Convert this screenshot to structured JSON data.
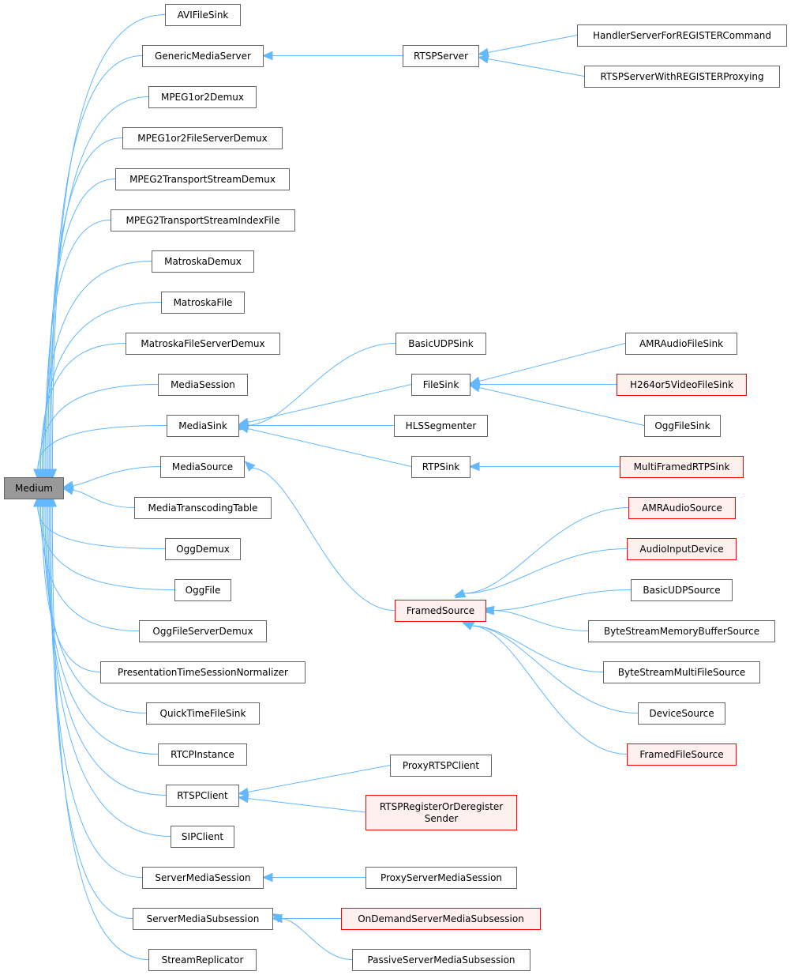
{
  "colors": {
    "edge": "#63b8ff",
    "node_fill": "#ffffff",
    "node_border": "#666666",
    "root_fill": "#999999",
    "highlight_fill": "#fff0f0",
    "highlight_border": "#ff0000"
  },
  "diagram": {
    "root": {
      "id": "Medium",
      "label": "Medium"
    },
    "nodes": [
      {
        "id": "AVIFileSink",
        "label": "AVIFileSink",
        "style": "normal"
      },
      {
        "id": "GenericMediaServer",
        "label": "GenericMediaServer",
        "style": "normal"
      },
      {
        "id": "RTSPServer",
        "label": "RTSPServer",
        "style": "normal"
      },
      {
        "id": "HandlerServerForREGISTERCommand",
        "label": "HandlerServerForREGISTERCommand",
        "style": "normal"
      },
      {
        "id": "RTSPServerWithREGISTERProxying",
        "label": "RTSPServerWithREGISTERProxying",
        "style": "normal"
      },
      {
        "id": "MPEG1or2Demux",
        "label": "MPEG1or2Demux",
        "style": "normal"
      },
      {
        "id": "MPEG1or2FileServerDemux",
        "label": "MPEG1or2FileServerDemux",
        "style": "normal"
      },
      {
        "id": "MPEG2TransportStreamDemux",
        "label": "MPEG2TransportStreamDemux",
        "style": "normal"
      },
      {
        "id": "MPEG2TransportStreamIndexFile",
        "label": "MPEG2TransportStreamIndexFile",
        "style": "normal"
      },
      {
        "id": "MatroskaDemux",
        "label": "MatroskaDemux",
        "style": "normal"
      },
      {
        "id": "MatroskaFile",
        "label": "MatroskaFile",
        "style": "normal"
      },
      {
        "id": "MatroskaFileServerDemux",
        "label": "MatroskaFileServerDemux",
        "style": "normal"
      },
      {
        "id": "MediaSession",
        "label": "MediaSession",
        "style": "normal"
      },
      {
        "id": "MediaSink",
        "label": "MediaSink",
        "style": "normal"
      },
      {
        "id": "BasicUDPSink",
        "label": "BasicUDPSink",
        "style": "normal"
      },
      {
        "id": "FileSink",
        "label": "FileSink",
        "style": "normal"
      },
      {
        "id": "AMRAudioFileSink",
        "label": "AMRAudioFileSink",
        "style": "normal"
      },
      {
        "id": "H264or5VideoFileSink",
        "label": "H264or5VideoFileSink",
        "style": "highlight"
      },
      {
        "id": "OggFileSink",
        "label": "OggFileSink",
        "style": "normal"
      },
      {
        "id": "HLSSegmenter",
        "label": "HLSSegmenter",
        "style": "normal"
      },
      {
        "id": "RTPSink",
        "label": "RTPSink",
        "style": "normal"
      },
      {
        "id": "MultiFramedRTPSink",
        "label": "MultiFramedRTPSink",
        "style": "highlight"
      },
      {
        "id": "MediaSource",
        "label": "MediaSource",
        "style": "normal"
      },
      {
        "id": "FramedSource",
        "label": "FramedSource",
        "style": "highlight"
      },
      {
        "id": "AMRAudioSource",
        "label": "AMRAudioSource",
        "style": "highlight"
      },
      {
        "id": "AudioInputDevice",
        "label": "AudioInputDevice",
        "style": "highlight"
      },
      {
        "id": "BasicUDPSource",
        "label": "BasicUDPSource",
        "style": "normal"
      },
      {
        "id": "ByteStreamMemoryBufferSource",
        "label": "ByteStreamMemoryBufferSource",
        "style": "normal"
      },
      {
        "id": "ByteStreamMultiFileSource",
        "label": "ByteStreamMultiFileSource",
        "style": "normal"
      },
      {
        "id": "DeviceSource",
        "label": "DeviceSource",
        "style": "normal"
      },
      {
        "id": "FramedFileSource",
        "label": "FramedFileSource",
        "style": "highlight"
      },
      {
        "id": "MediaTranscodingTable",
        "label": "MediaTranscodingTable",
        "style": "normal"
      },
      {
        "id": "OggDemux",
        "label": "OggDemux",
        "style": "normal"
      },
      {
        "id": "OggFile",
        "label": "OggFile",
        "style": "normal"
      },
      {
        "id": "OggFileServerDemux",
        "label": "OggFileServerDemux",
        "style": "normal"
      },
      {
        "id": "PresentationTimeSessionNormalizer",
        "label": "PresentationTimeSessionNormalizer",
        "style": "normal"
      },
      {
        "id": "QuickTimeFileSink",
        "label": "QuickTimeFileSink",
        "style": "normal"
      },
      {
        "id": "RTCPInstance",
        "label": "RTCPInstance",
        "style": "normal"
      },
      {
        "id": "RTSPClient",
        "label": "RTSPClient",
        "style": "normal"
      },
      {
        "id": "ProxyRTSPClient",
        "label": "ProxyRTSPClient",
        "style": "normal"
      },
      {
        "id": "RTSPRegisterOrDeregisterSender",
        "label": "RTSPRegisterOrDeregister\nSender",
        "style": "highlight"
      },
      {
        "id": "SIPClient",
        "label": "SIPClient",
        "style": "normal"
      },
      {
        "id": "ServerMediaSession",
        "label": "ServerMediaSession",
        "style": "normal"
      },
      {
        "id": "ProxyServerMediaSession",
        "label": "ProxyServerMediaSession",
        "style": "normal"
      },
      {
        "id": "ServerMediaSubsession",
        "label": "ServerMediaSubsession",
        "style": "normal"
      },
      {
        "id": "OnDemandServerMediaSubsession",
        "label": "OnDemandServerMediaSubsession",
        "style": "highlight"
      },
      {
        "id": "PassiveServerMediaSubsession",
        "label": "PassiveServerMediaSubsession",
        "style": "normal"
      },
      {
        "id": "StreamReplicator",
        "label": "StreamReplicator",
        "style": "normal"
      }
    ],
    "edges": [
      {
        "from": "AVIFileSink",
        "to": "Medium"
      },
      {
        "from": "GenericMediaServer",
        "to": "Medium"
      },
      {
        "from": "MPEG1or2Demux",
        "to": "Medium"
      },
      {
        "from": "MPEG1or2FileServerDemux",
        "to": "Medium"
      },
      {
        "from": "MPEG2TransportStreamDemux",
        "to": "Medium"
      },
      {
        "from": "MPEG2TransportStreamIndexFile",
        "to": "Medium"
      },
      {
        "from": "MatroskaDemux",
        "to": "Medium"
      },
      {
        "from": "MatroskaFile",
        "to": "Medium"
      },
      {
        "from": "MatroskaFileServerDemux",
        "to": "Medium"
      },
      {
        "from": "MediaSession",
        "to": "Medium"
      },
      {
        "from": "MediaSink",
        "to": "Medium"
      },
      {
        "from": "MediaSource",
        "to": "Medium"
      },
      {
        "from": "MediaTranscodingTable",
        "to": "Medium"
      },
      {
        "from": "OggDemux",
        "to": "Medium"
      },
      {
        "from": "OggFile",
        "to": "Medium"
      },
      {
        "from": "OggFileServerDemux",
        "to": "Medium"
      },
      {
        "from": "PresentationTimeSessionNormalizer",
        "to": "Medium"
      },
      {
        "from": "QuickTimeFileSink",
        "to": "Medium"
      },
      {
        "from": "RTCPInstance",
        "to": "Medium"
      },
      {
        "from": "RTSPClient",
        "to": "Medium"
      },
      {
        "from": "SIPClient",
        "to": "Medium"
      },
      {
        "from": "ServerMediaSession",
        "to": "Medium"
      },
      {
        "from": "ServerMediaSubsession",
        "to": "Medium"
      },
      {
        "from": "StreamReplicator",
        "to": "Medium"
      },
      {
        "from": "RTSPServer",
        "to": "GenericMediaServer"
      },
      {
        "from": "HandlerServerForREGISTERCommand",
        "to": "RTSPServer"
      },
      {
        "from": "RTSPServerWithREGISTERProxying",
        "to": "RTSPServer"
      },
      {
        "from": "BasicUDPSink",
        "to": "MediaSink"
      },
      {
        "from": "FileSink",
        "to": "MediaSink"
      },
      {
        "from": "HLSSegmenter",
        "to": "MediaSink"
      },
      {
        "from": "RTPSink",
        "to": "MediaSink"
      },
      {
        "from": "AMRAudioFileSink",
        "to": "FileSink"
      },
      {
        "from": "H264or5VideoFileSink",
        "to": "FileSink"
      },
      {
        "from": "OggFileSink",
        "to": "FileSink"
      },
      {
        "from": "MultiFramedRTPSink",
        "to": "RTPSink"
      },
      {
        "from": "FramedSource",
        "to": "MediaSource"
      },
      {
        "from": "AMRAudioSource",
        "to": "FramedSource"
      },
      {
        "from": "AudioInputDevice",
        "to": "FramedSource"
      },
      {
        "from": "BasicUDPSource",
        "to": "FramedSource"
      },
      {
        "from": "ByteStreamMemoryBufferSource",
        "to": "FramedSource"
      },
      {
        "from": "ByteStreamMultiFileSource",
        "to": "FramedSource"
      },
      {
        "from": "DeviceSource",
        "to": "FramedSource"
      },
      {
        "from": "FramedFileSource",
        "to": "FramedSource"
      },
      {
        "from": "ProxyRTSPClient",
        "to": "RTSPClient"
      },
      {
        "from": "RTSPRegisterOrDeregisterSender",
        "to": "RTSPClient"
      },
      {
        "from": "ProxyServerMediaSession",
        "to": "ServerMediaSession"
      },
      {
        "from": "OnDemandServerMediaSubsession",
        "to": "ServerMediaSubsession"
      },
      {
        "from": "PassiveServerMediaSubsession",
        "to": "ServerMediaSubsession"
      }
    ]
  }
}
